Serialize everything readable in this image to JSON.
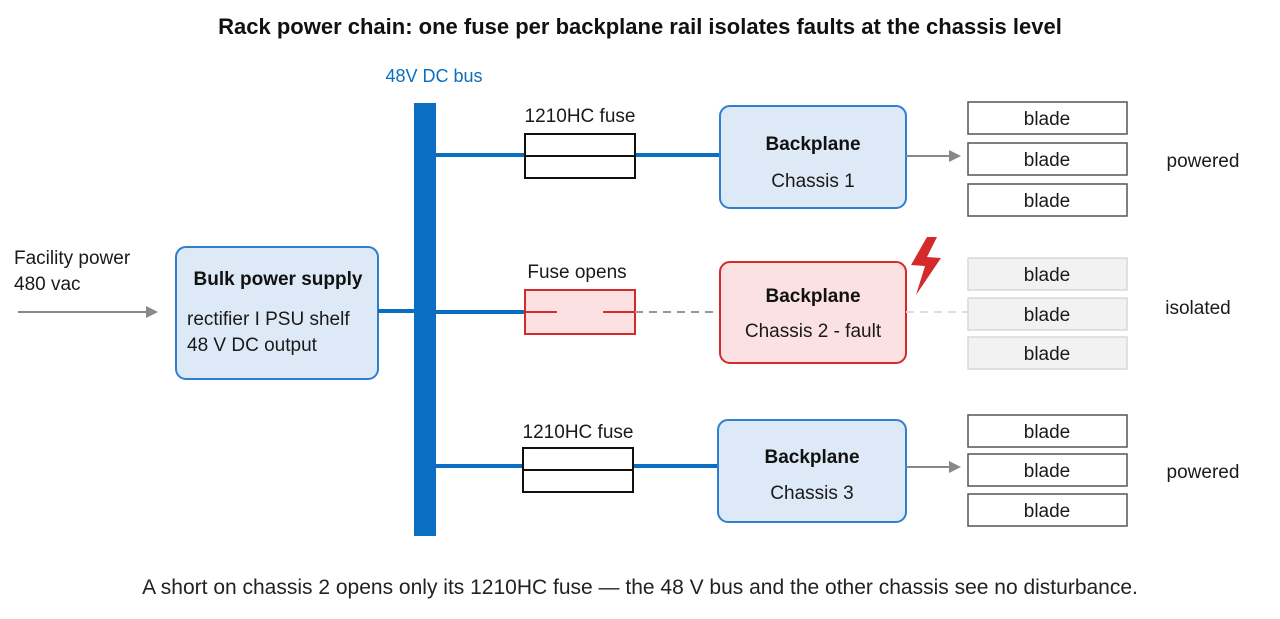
{
  "title": "Rack power chain: one fuse per backplane rail isolates faults at the chassis level",
  "caption": "A short on chassis 2 opens only its 1210HC fuse — the 48 V bus and the other chassis see no disturbance.",
  "colors": {
    "bus": "#0a6fc2",
    "box_fill": "#dde9f7",
    "box_stroke": "#2f7fd0",
    "fault": "#d42a2a",
    "fault_fill": "#fbe1e1",
    "powered": "#4ca83c",
    "isolated": "#d42a2a",
    "dimmed_blade": "#f2f2f2",
    "dimmed_text": "#a8a8a8"
  },
  "input": {
    "label_line1": "Facility power",
    "label_line2": "480 vac"
  },
  "supply": {
    "title": "Bulk power supply",
    "line1": "rectifier I PSU shelf",
    "line2": "48 V DC output"
  },
  "bus": {
    "label": "48V DC bus"
  },
  "rails": [
    {
      "fuse_label": "1210HC fuse",
      "fuse_state": "intact",
      "backplane_title": "Backplane",
      "backplane_subtitle": "Chassis 1",
      "blades": [
        "blade",
        "blade",
        "blade"
      ],
      "status": "powered"
    },
    {
      "fuse_label": "Fuse opens",
      "fuse_state": "open",
      "backplane_title": "Backplane",
      "backplane_subtitle": "Chassis 2 - fault",
      "blades": [
        "blade",
        "blade",
        "blade"
      ],
      "status": "isolated",
      "fault_icon": "lightning-bolt-icon"
    },
    {
      "fuse_label": "1210HC fuse",
      "fuse_state": "intact",
      "backplane_title": "Backplane",
      "backplane_subtitle": "Chassis 3",
      "blades": [
        "blade",
        "blade",
        "blade"
      ],
      "status": "powered"
    }
  ]
}
